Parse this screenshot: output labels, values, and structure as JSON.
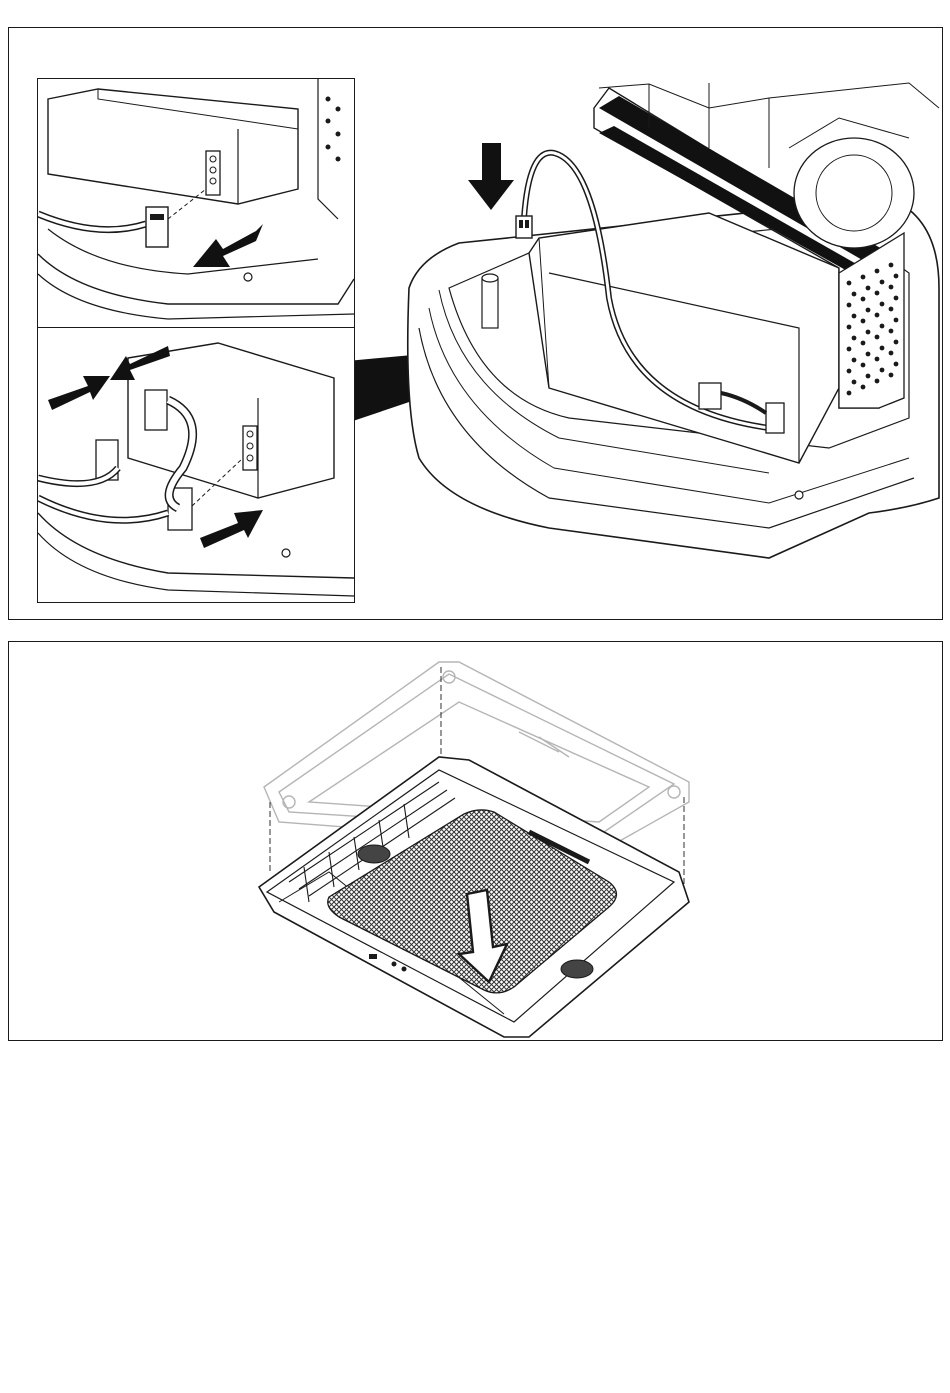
{
  "document": {
    "figures": [
      {
        "id": "figure-1",
        "caption": "",
        "insets": 2
      },
      {
        "id": "figure-2",
        "caption": ""
      }
    ]
  },
  "colors": {
    "line": "#1a1a1a",
    "ghost": "#b5b5b5",
    "fill_dark": "#111111",
    "mesh": "#555555"
  }
}
